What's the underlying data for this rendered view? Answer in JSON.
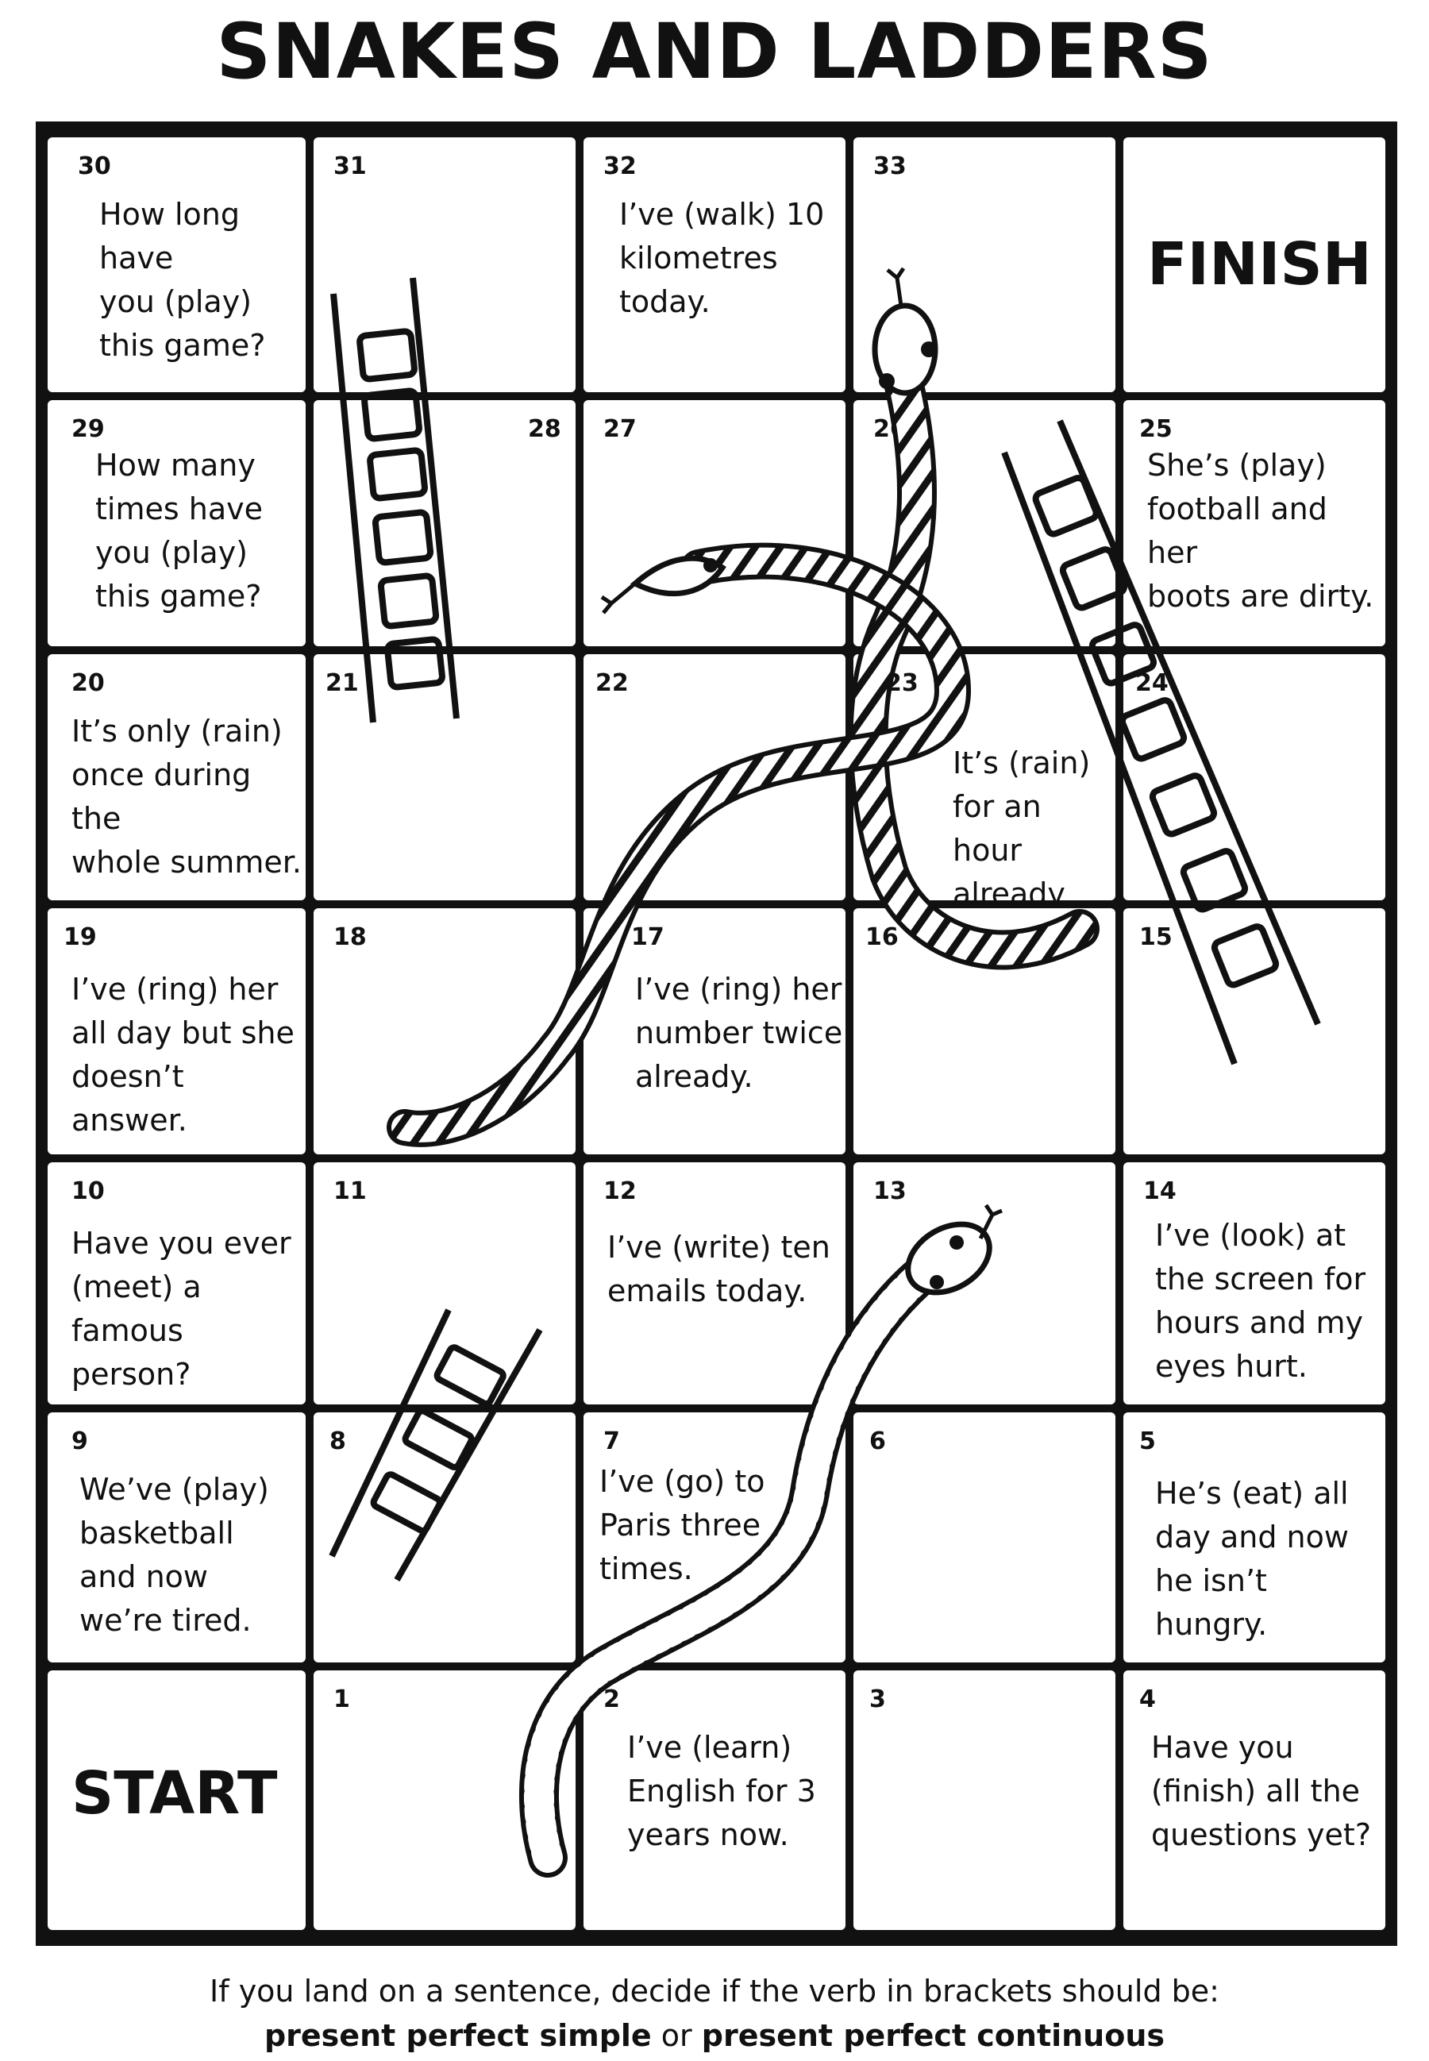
{
  "title": "SNAKES AND LADDERS",
  "cells": [
    {
      "id": "30",
      "label": "30",
      "text": "How long have\nyou (play)\nthis game?"
    },
    {
      "id": "31",
      "label": "31",
      "text": ""
    },
    {
      "id": "32",
      "label": "32",
      "text": "I’ve (walk) 10\nkilometres\ntoday."
    },
    {
      "id": "33",
      "label": "33",
      "text": ""
    },
    {
      "id": "finish",
      "label": "",
      "text": "FINISH"
    },
    {
      "id": "29",
      "label": "29",
      "text": "How many\ntimes have\nyou (play)\nthis game?"
    },
    {
      "id": "28",
      "label": "28",
      "text": ""
    },
    {
      "id": "27",
      "label": "27",
      "text": ""
    },
    {
      "id": "26",
      "label": "26",
      "text": ""
    },
    {
      "id": "25",
      "label": "25",
      "text": "She’s (play)\nfootball and her\nboots are dirty."
    },
    {
      "id": "20",
      "label": "20",
      "text": "It’s only (rain)\nonce during the\nwhole summer."
    },
    {
      "id": "21",
      "label": "21",
      "text": ""
    },
    {
      "id": "22",
      "label": "22",
      "text": ""
    },
    {
      "id": "23",
      "label": "23",
      "text": "It’s (rain)\nfor an hour\nalready."
    },
    {
      "id": "24",
      "label": "24",
      "text": ""
    },
    {
      "id": "19",
      "label": "19",
      "text": "I’ve (ring) her\nall day but she\ndoesn’t answer."
    },
    {
      "id": "18",
      "label": "18",
      "text": ""
    },
    {
      "id": "17",
      "label": "17",
      "text": "I’ve (ring) her\nnumber twice\nalready."
    },
    {
      "id": "16",
      "label": "16",
      "text": ""
    },
    {
      "id": "15",
      "label": "15",
      "text": ""
    },
    {
      "id": "10",
      "label": "10",
      "text": "Have you ever\n(meet) a\nfamous person?"
    },
    {
      "id": "11",
      "label": "11",
      "text": ""
    },
    {
      "id": "12",
      "label": "12",
      "text": "I’ve (write) ten\nemails today."
    },
    {
      "id": "13",
      "label": "13",
      "text": ""
    },
    {
      "id": "14",
      "label": "14",
      "text": "I’ve (look) at\nthe screen for\nhours and my\neyes hurt."
    },
    {
      "id": "9",
      "label": "9",
      "text": "We’ve (play)\nbasketball\nand now\nwe’re tired."
    },
    {
      "id": "8",
      "label": "8",
      "text": ""
    },
    {
      "id": "7",
      "label": "7",
      "text": "I’ve (go) to\nParis three\ntimes."
    },
    {
      "id": "6",
      "label": "6",
      "text": ""
    },
    {
      "id": "5",
      "label": "5",
      "text": "He’s (eat) all\nday and now\nhe isn’t hungry."
    },
    {
      "id": "start",
      "label": "",
      "text": "START"
    },
    {
      "id": "1",
      "label": "1",
      "text": ""
    },
    {
      "id": "2",
      "label": "2",
      "text": "I’ve (learn)\nEnglish for 3\nyears now."
    },
    {
      "id": "3",
      "label": "3",
      "text": ""
    },
    {
      "id": "4",
      "label": "4",
      "text": "Have you\n(finish) all the\nquestions yet?"
    }
  ],
  "footer": {
    "line1": "If you land on a  sentence, decide if the verb in brackets should be:",
    "option_a": "present perfect simple",
    "connector": "or",
    "option_b": "present perfect continuous"
  }
}
